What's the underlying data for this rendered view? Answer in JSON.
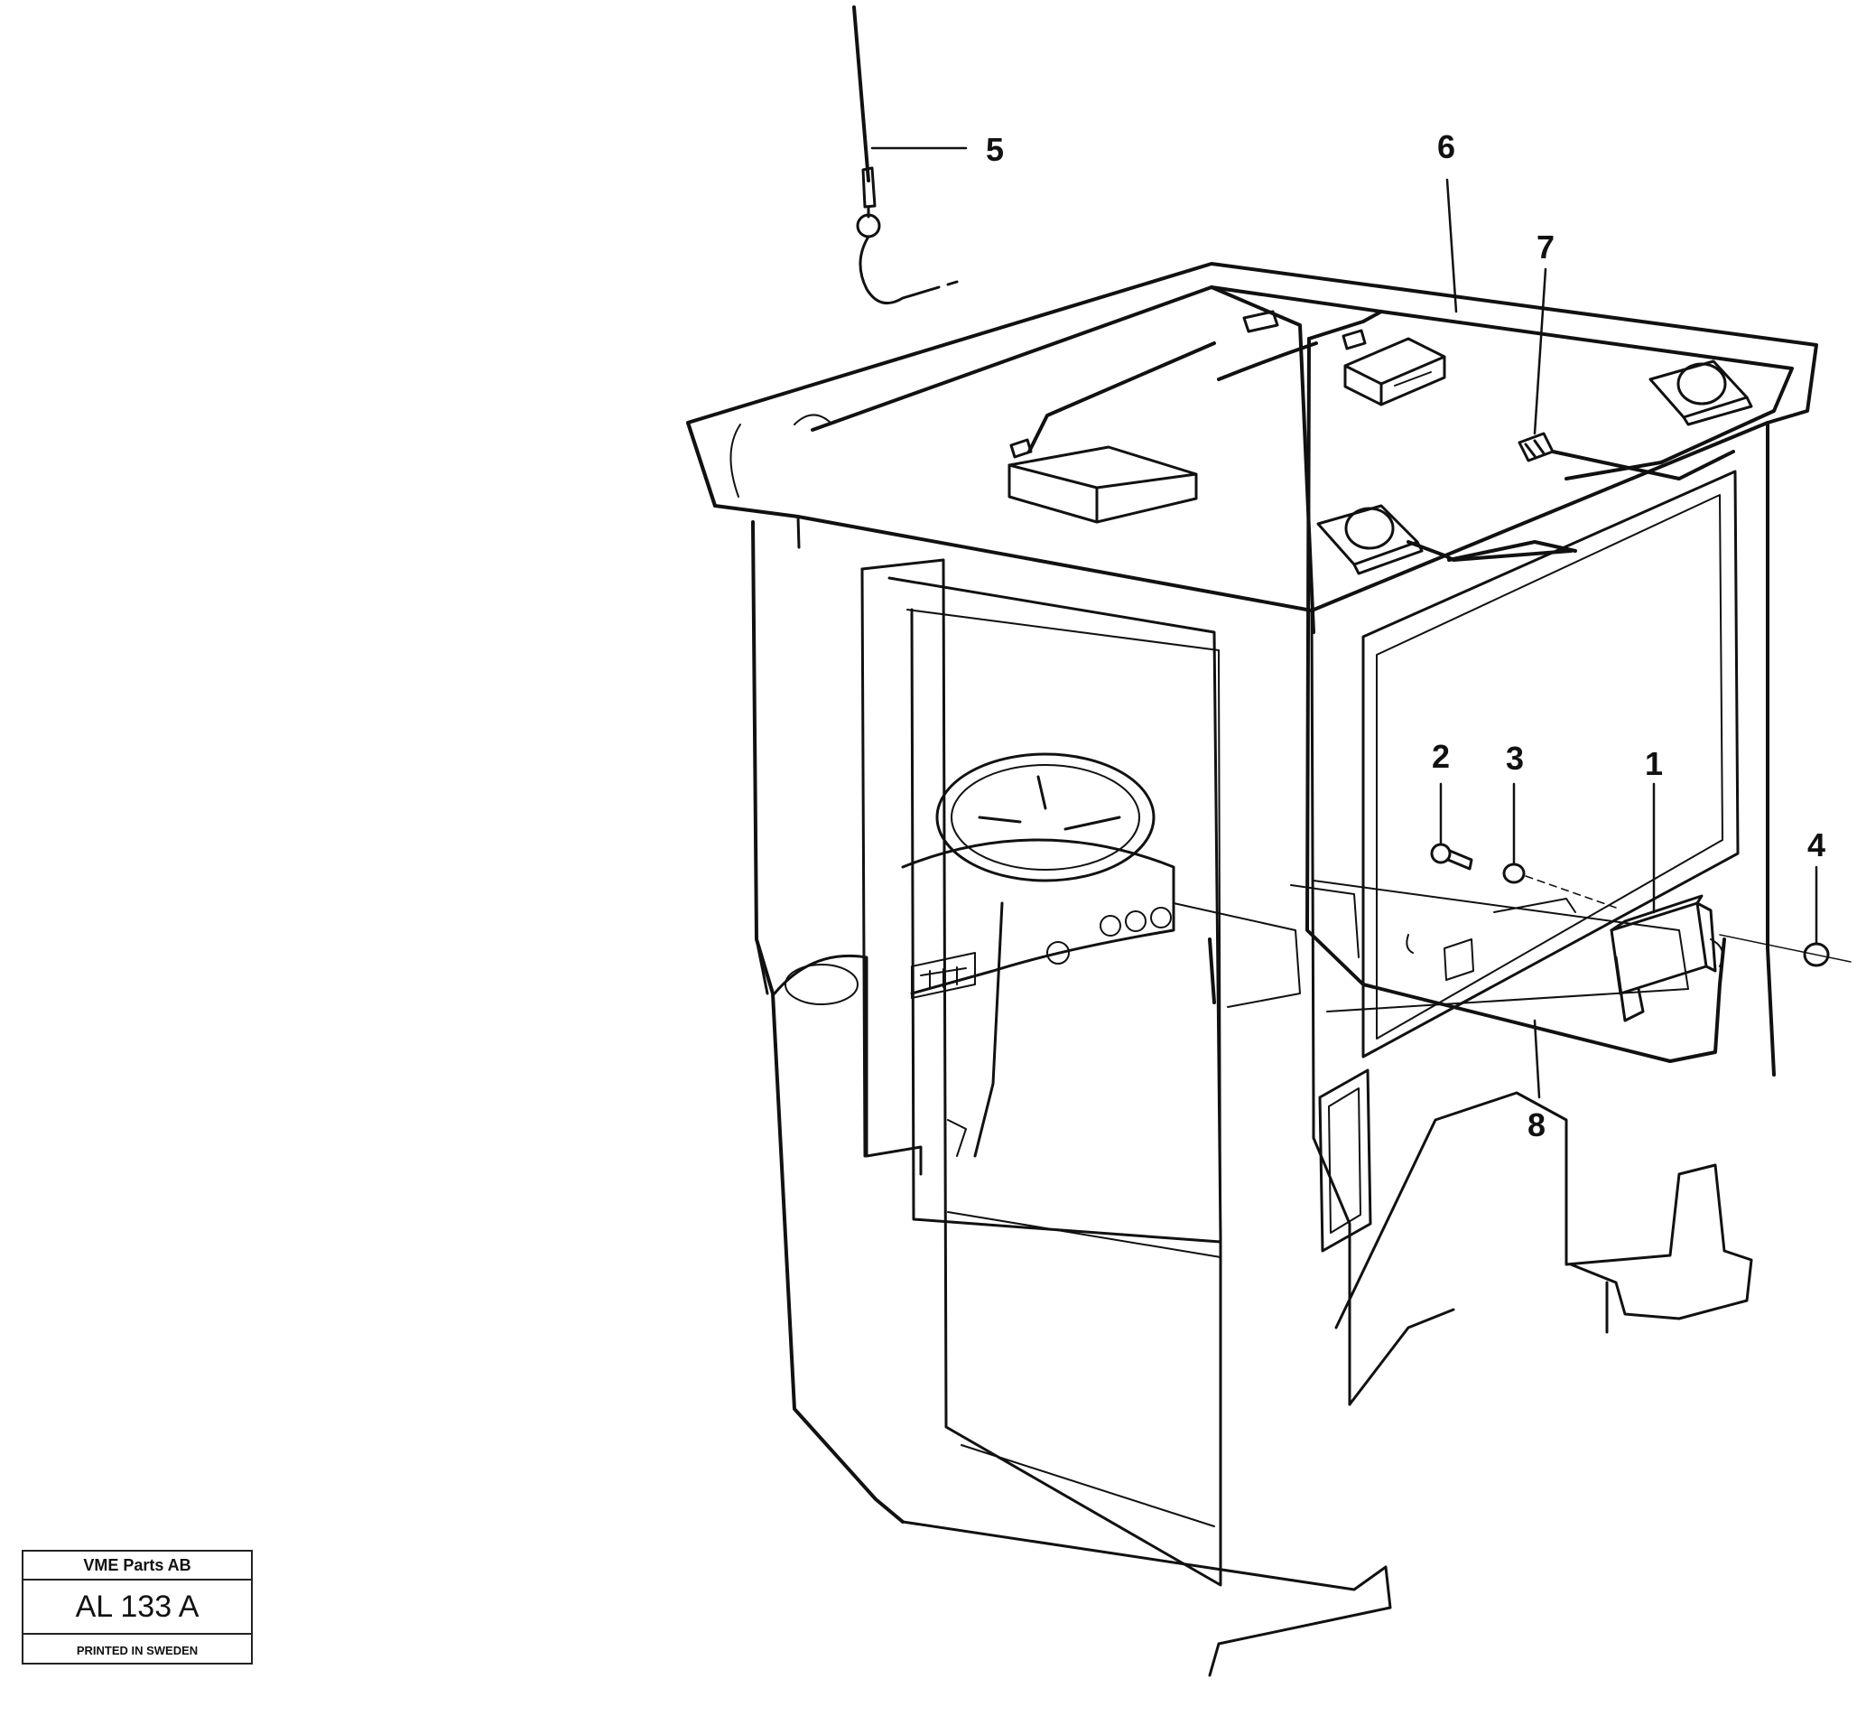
{
  "callouts": {
    "c1": "1",
    "c2": "2",
    "c3": "3",
    "c4": "4",
    "c5": "5",
    "c6": "6",
    "c7": "7",
    "c8": "8"
  },
  "stamp": {
    "company": "VME Parts AB",
    "code": "AL 133 A",
    "printed": "PRINTED IN SWEDEN"
  },
  "colors": {
    "ink": "#111111",
    "background": "#ffffff"
  }
}
